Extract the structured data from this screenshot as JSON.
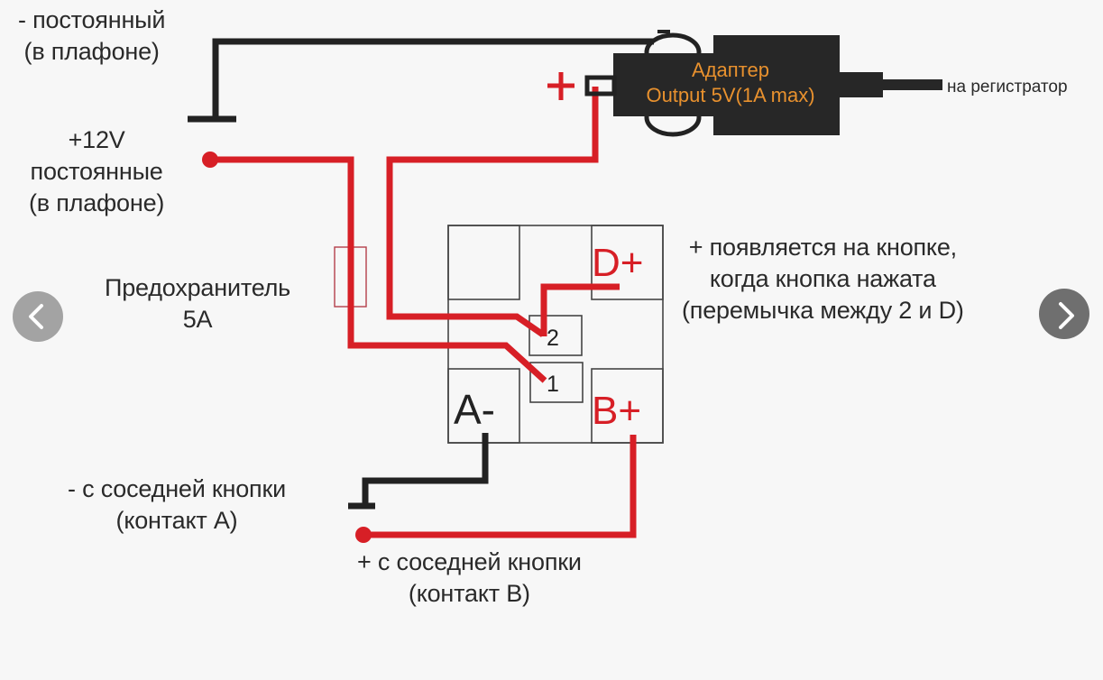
{
  "diagram": {
    "colors": {
      "background": "#f7f7f7",
      "wire_positive": "#d71f26",
      "wire_negative": "#222222",
      "adapter_body": "#272727",
      "adapter_text": "#e8912e",
      "label_text": "#2a2a2a",
      "terminal_label_red": "#d71f26"
    },
    "labels": {
      "ground_source": [
        "- постоянный",
        "(в плафоне)"
      ],
      "plus12_source": [
        "+12V",
        "постоянные",
        "(в плафоне)"
      ],
      "fuse": [
        "Предохранитель",
        "5А"
      ],
      "note": [
        "+ появляется на кнопке,",
        "когда кнопка нажата",
        "(перемычка между 2 и D)"
      ],
      "neighbor_minus": [
        "- с соседней кнопки",
        "(контакт А)"
      ],
      "neighbor_plus": [
        "+ с соседней кнопки",
        "(контакт В)"
      ],
      "to_recorder": "на регистратор",
      "adapter_plus_sign": "+",
      "adapter_minus_sign": "-"
    },
    "adapter": {
      "title": "Адаптер",
      "spec": "Output 5V(1A max)"
    },
    "button_block": {
      "terminals": [
        {
          "id": "D",
          "label": "D+"
        },
        {
          "id": "B",
          "label": "B+"
        },
        {
          "id": "A",
          "label": "A-"
        },
        {
          "id": "2",
          "label": "2"
        },
        {
          "id": "1",
          "label": "1"
        }
      ]
    }
  },
  "navigation": {
    "prev_icon": "chevron-left-icon",
    "next_icon": "chevron-right-icon"
  }
}
